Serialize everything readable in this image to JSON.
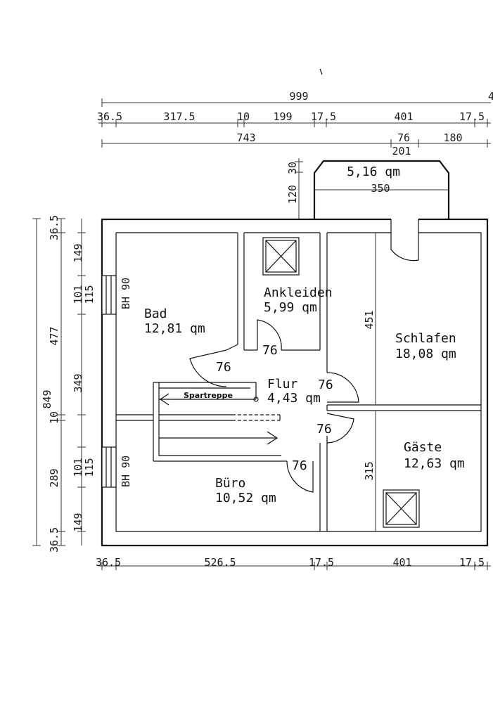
{
  "dimensions": {
    "top_total": "999",
    "top_row1": [
      "36.5",
      "317.5",
      "10",
      "199",
      "17.5",
      "401",
      "17.5"
    ],
    "top_row2_left": "743",
    "top_row2_mid": "76",
    "top_row2_right": "180",
    "top_row2_under": "201",
    "balcony_height": "120",
    "balcony_top": "30",
    "balcony_width": "350",
    "left_total": "849",
    "left_outer": [
      "36.5",
      "477",
      "10",
      "289",
      "36.5"
    ],
    "left_inner": [
      "149",
      "101",
      "115",
      "349",
      "101",
      "115",
      "149"
    ],
    "bottom_row": [
      "36.5",
      "526.5",
      "17.5",
      "401",
      "17.5"
    ],
    "schlafen_height": "451",
    "gaeste_height": "315"
  },
  "rooms": {
    "balcony": "5,16 qm",
    "bad_name": "Bad",
    "bad_area": "12,81 qm",
    "ankleiden_name": "Ankleiden",
    "ankleiden_area": "5,99 qm",
    "schlafen_name": "Schlafen",
    "schlafen_area": "18,08 qm",
    "flur_name": "Flur",
    "flur_area": "4,43 qm",
    "gaeste_name": "Gäste",
    "gaeste_area": "12,63 qm",
    "buero_name": "Büro",
    "buero_area": "10,52 qm"
  },
  "labels": {
    "window_bad": "BH 90",
    "window_buero": "BH 90",
    "stair": "Spartreppe",
    "door": "76"
  }
}
